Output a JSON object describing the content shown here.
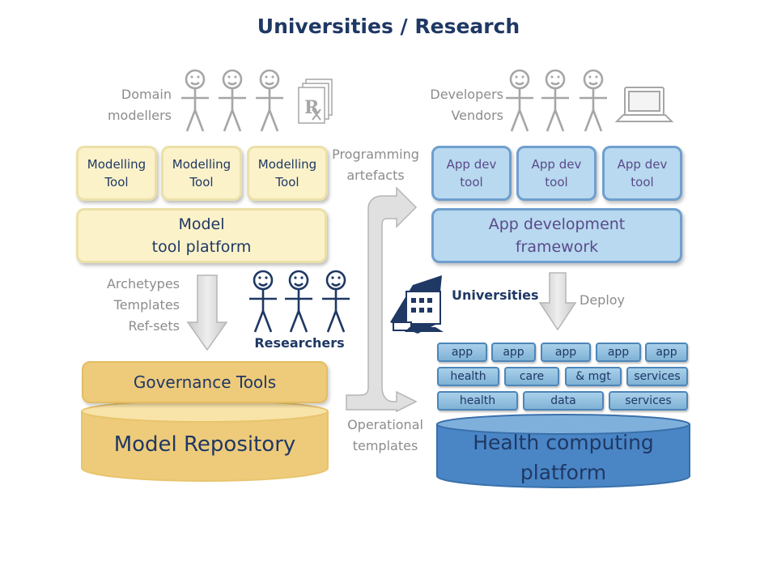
{
  "title": "Universities / Research",
  "domain_modellers": [
    "Domain",
    "modellers"
  ],
  "developers": [
    "Developers",
    "Vendors"
  ],
  "modelling_tools": [
    [
      "Modelling",
      "Tool"
    ],
    [
      "Modelling",
      "Tool"
    ],
    [
      "Modelling",
      "Tool"
    ]
  ],
  "model_platform": [
    "Model",
    "tool platform"
  ],
  "programming_artefacts": [
    "Programming",
    "artefacts"
  ],
  "app_dev_tools": [
    [
      "App dev",
      "tool"
    ],
    [
      "App dev",
      "tool"
    ],
    [
      "App dev",
      "tool"
    ]
  ],
  "app_framework": [
    "App development",
    "framework"
  ],
  "archetypes": [
    "Archetypes",
    "Templates",
    "Ref-sets"
  ],
  "researchers": "Researchers",
  "universities": "Universities",
  "deploy": "Deploy",
  "governance": "Governance Tools",
  "repository": "Model Repository",
  "operational_templates": [
    "Operational",
    "templates"
  ],
  "chip_row1": [
    "app",
    "app",
    "app",
    "app",
    "app"
  ],
  "chip_row2": [
    "health",
    "care",
    "& mgt",
    "services"
  ],
  "chip_row3": [
    "health",
    "data",
    "services"
  ],
  "health_platform": [
    "Health computing",
    "platform"
  ],
  "colors": {
    "yellow": "#fbf2c9",
    "gold": "#eecb7a",
    "blue": "#b8d9ef",
    "dark_blue": "#4a86c6",
    "navy": "#1f3864"
  }
}
